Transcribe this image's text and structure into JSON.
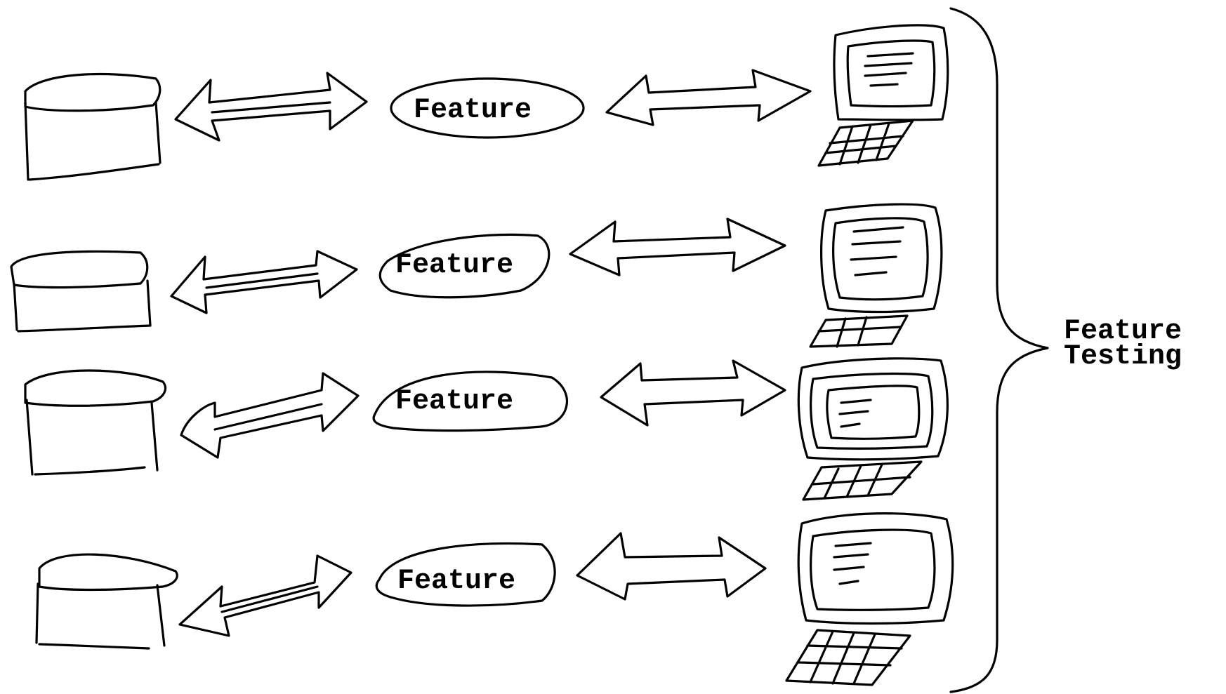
{
  "rows": [
    {
      "feature_label": "Feature"
    },
    {
      "feature_label": "Feature"
    },
    {
      "feature_label": "Feature"
    },
    {
      "feature_label": "Feature"
    }
  ],
  "group_label": {
    "line1": "Feature",
    "line2": "Testing"
  },
  "colors": {
    "ink": "#000000",
    "background": "#ffffff"
  },
  "icons": {
    "database": "database-icon",
    "arrow": "double-arrow-icon",
    "computer": "computer-icon",
    "keyboard": "keyboard-icon",
    "brace": "curly-brace"
  }
}
